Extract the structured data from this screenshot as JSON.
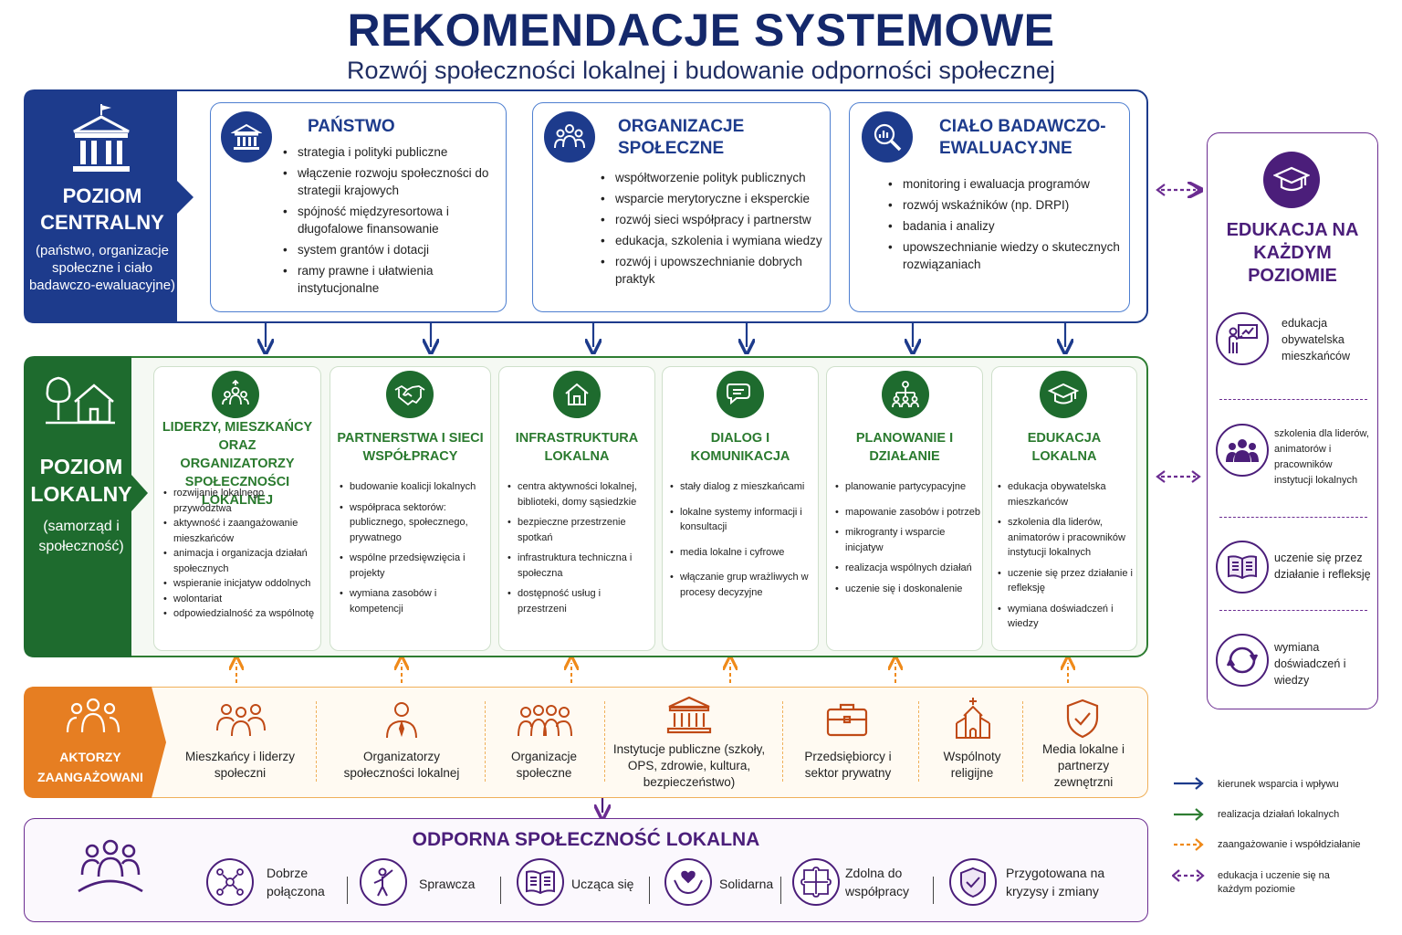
{
  "title": "REKOMENDACJE SYSTEMOWE",
  "subtitle": "Rozwój społeczności lokalnej i budowanie odporności społecznej",
  "central": {
    "title": "POZIOM CENTRALNY",
    "subtitle": "(państwo, organizacje społeczne i ciało badawczo-ewaluacyjne)",
    "boxes": [
      {
        "title": "PAŃSTWO",
        "icon": "building-columns-icon",
        "items": [
          "strategia i polityki publiczne",
          "włączenie rozwoju społeczności do strategii krajowych",
          "spójność międzyresortowa i długofalowe finansowanie",
          "system grantów i dotacji",
          "ramy prawne i ułatwienia instytucjonalne"
        ]
      },
      {
        "title": "ORGANIZACJE SPOŁECZNE",
        "icon": "people-group-icon",
        "items": [
          "współtworzenie polityk publicznych",
          "wsparcie merytoryczne i eksperckie",
          "rozwój sieci współpracy i partnerstw",
          "edukacja, szkolenia i wymiana wiedzy",
          "rozwój i upowszechnianie dobrych praktyk"
        ]
      },
      {
        "title": "CIAŁO BADAWCZO-EWALUACYJNE",
        "icon": "magnifier-chart-icon",
        "items": [
          "monitoring i ewaluacja programów",
          "rozwój wskaźników (np. DRPI)",
          "badania i analizy",
          "upowszechnianie wiedzy o skutecznych rozwiązaniach"
        ]
      }
    ]
  },
  "local": {
    "title": "POZIOM LOKALNY",
    "subtitle": "(samorząd i społeczność)",
    "boxes": [
      {
        "title": "LIDERZY, MIESZKAŃCY ORAZ ORGANIZATORZY SPOŁECZNOŚCI LOKALNEJ",
        "icon": "people-network-icon",
        "items": [
          "rozwijanie lokalnego przywództwa",
          "aktywność i zaangażowanie mieszkańców",
          "animacja i organizacja działań społecznych",
          "wspieranie inicjatyw oddolnych",
          "wolontariat",
          "odpowiedzialność za wspólnotę"
        ]
      },
      {
        "title": "PARTNERSTWA I SIECI WSPÓŁPRACY",
        "icon": "handshake-icon",
        "items": [
          "budowanie koalicji lokalnych",
          "współpraca sektorów: publicznego, społecznego, prywatnego",
          "wspólne przedsięwzięcia i projekty",
          "wymiana zasobów i kompetencji"
        ]
      },
      {
        "title": "INFRASTRUKTURA LOKALNA",
        "icon": "house-icon",
        "items": [
          "centra aktywności lokalnej, biblioteki, domy sąsiedzkie",
          "bezpieczne przestrzenie spotkań",
          "infrastruktura techniczna i społeczna",
          "dostępność usług i przestrzeni"
        ]
      },
      {
        "title": "DIALOG I KOMUNIKACJA",
        "icon": "speech-bubbles-icon",
        "items": [
          "stały dialog z mieszkańcami",
          "lokalne systemy informacji i konsultacji",
          "media lokalne i cyfrowe",
          "włączanie grup wrażliwych w procesy decyzyjne"
        ]
      },
      {
        "title": "PLANOWANIE I DZIAŁANIE",
        "icon": "hierarchy-people-icon",
        "items": [
          "planowanie partycypacyjne",
          "mapowanie zasobów i potrzeb",
          "mikrogranty i wsparcie inicjatyw",
          "realizacja wspólnych działań",
          "uczenie się i doskonalenie"
        ]
      },
      {
        "title": "EDUKACJA LOKALNA",
        "icon": "graduation-cap-icon",
        "items": [
          "edukacja obywatelska mieszkańców",
          "szkolenia dla liderów, animatorów i pracowników instytucji lokalnych",
          "uczenie się przez działanie i refleksję",
          "wymiana doświadczeń i wiedzy"
        ]
      }
    ]
  },
  "actors": {
    "title": "AKTORZY ZAANGAŻOWANI",
    "items": [
      {
        "label": "Mieszkańcy i liderzy społeczni",
        "icon": "residents-icon"
      },
      {
        "label": "Organizatorzy społeczności lokalnej",
        "icon": "organizer-icon"
      },
      {
        "label": "Organizacje społeczne",
        "icon": "group-icon"
      },
      {
        "label": "Instytucje publiczne (szkoły, OPS, zdrowie, kultura, bezpieczeństwo)",
        "icon": "institution-icon"
      },
      {
        "label": "Przedsiębiorcy i sektor prywatny",
        "icon": "briefcase-icon"
      },
      {
        "label": "Wspólnoty religijne",
        "icon": "church-icon"
      },
      {
        "label": "Media lokalne i partnerzy zewnętrzni",
        "icon": "shield-check-icon"
      }
    ]
  },
  "resilient": {
    "title": "ODPORNA SPOŁECZNOŚĆ LOKALNA",
    "items": [
      {
        "label": "Dobrze połączona",
        "icon": "network-nodes-icon"
      },
      {
        "label": "Sprawcza",
        "icon": "person-raised-arm-icon"
      },
      {
        "label": "Ucząca się",
        "icon": "open-book-icon"
      },
      {
        "label": "Solidarna",
        "icon": "heart-hands-icon"
      },
      {
        "label": "Zdolna do współpracy",
        "icon": "puzzle-icon"
      },
      {
        "label": "Przygotowana na kryzysy i zmiany",
        "icon": "shield-check-icon"
      }
    ]
  },
  "education": {
    "title": "EDUKACJA NA KAŻDYM POZIOMIE",
    "items": [
      {
        "label": "edukacja obywatelska mieszkańców",
        "icon": "teacher-board-icon"
      },
      {
        "label": "szkolenia dla liderów, animatorów i pracowników instytucji lokalnych",
        "icon": "group-training-icon"
      },
      {
        "label": "uczenie się przez działanie i refleksję",
        "icon": "book-icon"
      },
      {
        "label": "wymiana doświadczeń i wiedzy",
        "icon": "cycle-arrows-icon"
      }
    ]
  },
  "legend": [
    {
      "label": "kierunek wsparcia i wpływu",
      "color": "#1d3b8c"
    },
    {
      "label": "realizacja działań lokalnych",
      "color": "#2e7d32"
    },
    {
      "label": "zaangażowanie i współdziałanie",
      "color": "#ef8a1a"
    },
    {
      "label": "edukacja i uczenie się na każdym poziomie",
      "color": "#6b2c91"
    }
  ],
  "colors": {
    "central": "#1d3b8c",
    "local": "#1e6b2e",
    "actors": "#e67e22",
    "resilient": "#4b1e7a"
  }
}
